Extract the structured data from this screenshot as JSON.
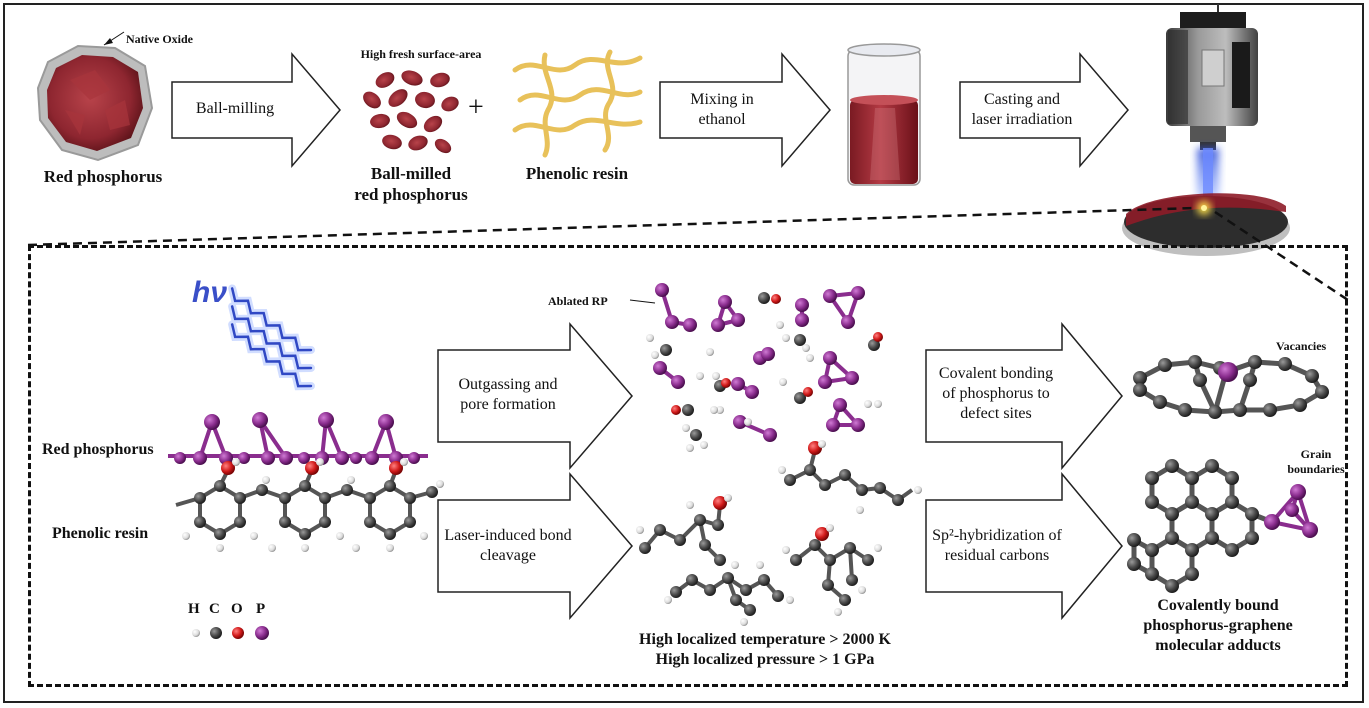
{
  "top_row": {
    "native_oxide": "Native Oxide",
    "red_phosphorus": "Red phosphorus",
    "ball_milling": "Ball-milling",
    "high_fresh_surface": "High fresh surface-area",
    "ball_milled_line1": "Ball-milled",
    "ball_milled_line2": "red phosphorus",
    "plus": "+",
    "phenolic_resin": "Phenolic resin",
    "mixing_line1": "Mixing in",
    "mixing_line2": "ethanol",
    "casting_line1": "Casting and",
    "casting_line2": "laser irradiation"
  },
  "bottom_panel": {
    "hv": "hν",
    "red_phosphorus": "Red phosphorus",
    "phenolic_resin": "Phenolic resin",
    "legend": {
      "h": "H",
      "c": "C",
      "o": "O",
      "p": "P"
    },
    "ablated_rp": "Ablated RP",
    "outgassing_line1": "Outgassing and",
    "outgassing_line2": "pore formation",
    "cleavage_line1": "Laser-induced bond",
    "cleavage_line2": "cleavage",
    "temp": "High localized temperature > 2000 K",
    "pressure": "High localized pressure > 1 GPa",
    "covalent_line1": "Covalent bonding",
    "covalent_line2": "of phosphorus to",
    "covalent_line3": "defect sites",
    "sp2_line1": "Sp²-hybridization of",
    "sp2_line2": "residual carbons",
    "vacancies": "Vacancies",
    "grain_line1": "Grain",
    "grain_line2": "boundaries",
    "adduct_line1": "Covalently bound",
    "adduct_line2": "phosphorus-graphene",
    "adduct_line3": "molecular adducts"
  },
  "colors": {
    "phosphorus_purple": "#8a2d8e",
    "carbon_gray": "#4a4a4a",
    "oxygen_red": "#d11a1a",
    "hydrogen_white": "#e6e6e6",
    "red_phosphorus_particle": "#9a2a32",
    "resin_yellow": "#e8c15a",
    "laser_blue": "#3a5bd0"
  }
}
